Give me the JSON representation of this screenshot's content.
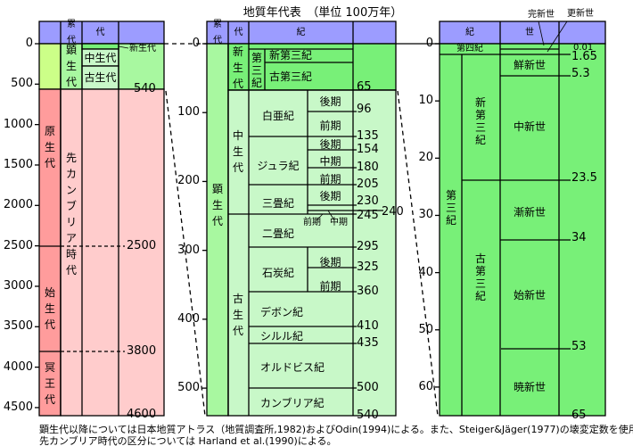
{
  "title": "地質年代表　（単位 100万年）",
  "left": {
    "headers": {
      "eon": "累代",
      "era": "代"
    },
    "ticks": [
      "0",
      "500",
      "1000",
      "1500",
      "2000",
      "2500",
      "3000",
      "3500",
      "4000",
      "4500"
    ],
    "eons": {
      "phanerozoic": "顕生代",
      "proterozoic": "原生代",
      "archean": "始生代",
      "hadean": "冥王代"
    },
    "eras": {
      "cenozoic": "新生代",
      "mesozoic": "中生代",
      "paleozoic": "古生代"
    },
    "precambrian": "先カンブリア時代",
    "values": {
      "v540": "540",
      "v2500": "2500",
      "v3800": "3800",
      "v4600": "4600"
    }
  },
  "middle": {
    "headers": {
      "eon": "累代",
      "era": "代",
      "period": "紀"
    },
    "ticks": [
      "0",
      "100",
      "200",
      "300",
      "400",
      "500"
    ],
    "eon": "顕生代",
    "eras": {
      "cenozoic": "新生代",
      "mesozoic": "中生代",
      "paleozoic": "古生代"
    },
    "tertiary": "第三紀",
    "neogene": "新第三紀",
    "paleogene": "古第三紀",
    "periods": {
      "cretaceous": "白亜紀",
      "jurassic": "ジュラ紀",
      "triassic": "三畳紀",
      "permian": "二畳紀",
      "carboniferous": "石炭紀",
      "devonian": "デボン紀",
      "silurian": "シルル紀",
      "ordovician": "オルドビス紀",
      "cambrian": "カンブリア紀"
    },
    "epochs": {
      "late": "後期",
      "middle": "中期",
      "early": "前期"
    },
    "values": [
      "65",
      "96",
      "135",
      "154",
      "180",
      "205",
      "230",
      "240",
      "245",
      "295",
      "325",
      "360",
      "410",
      "435",
      "500",
      "540"
    ]
  },
  "right": {
    "headers": {
      "period": "紀",
      "epoch": "世"
    },
    "ticks": [
      "0",
      "10",
      "20",
      "30",
      "40",
      "50",
      "60"
    ],
    "quaternary": "第四紀",
    "tertiary": "第三紀",
    "neogene": "新第三紀",
    "paleogene": "古第三紀",
    "epochs": {
      "holocene": "完新世",
      "pleistocene": "更新世",
      "pliocene": "鮮新世",
      "miocene": "中新世",
      "oligocene": "漸新世",
      "eocene": "始新世",
      "paleocene": "暁新世"
    },
    "values": [
      "0.01",
      "1.65",
      "5.3",
      "23.5",
      "34",
      "53",
      "65"
    ]
  },
  "footnotes": [
    "顕生代以降については日本地質アトラス（地質調査所,1982)およびOdin(1994)による。また、Steiger&Jäger(1977)の壊変定数を使用。",
    "先カンブリア時代の区分については Harland et al.(1990)による。"
  ]
}
